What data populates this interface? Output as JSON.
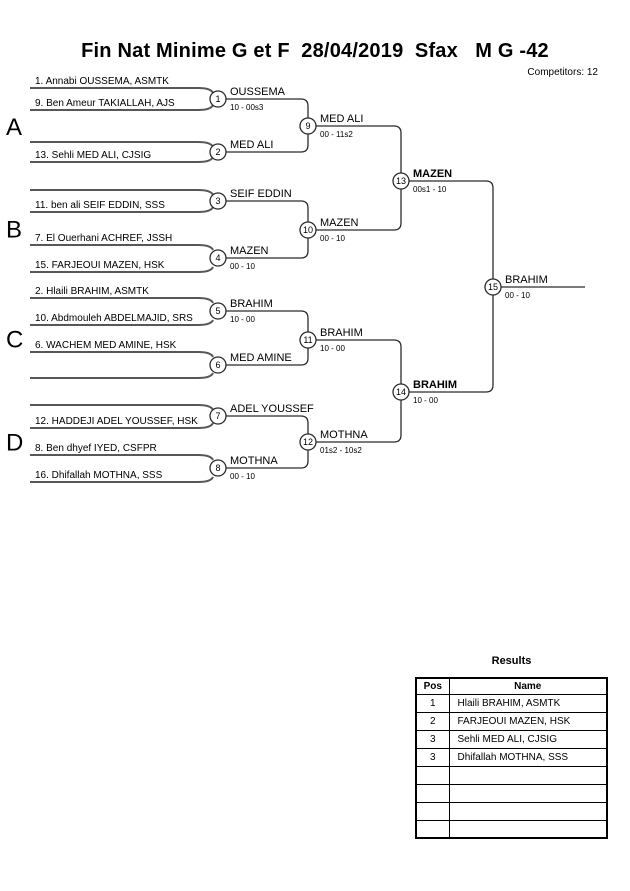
{
  "header": {
    "title": "Fin Nat Minime G et F  28/04/2019  Sfax   M G -42",
    "competitors_label": "Competitors: 12"
  },
  "bracket": {
    "groups": [
      {
        "letter": "A",
        "slots": [
          "1. Annabi OUSSEMA, ASMTK",
          "9. Ben Ameur TAKIALLAH, AJS",
          "",
          "13. Sehli MED ALI, CJSIG"
        ]
      },
      {
        "letter": "B",
        "slots": [
          "",
          "11. ben ali SEIF EDDIN, SSS",
          "7. El Ouerhani ACHREF, JSSH",
          "15. FARJEOUI MAZEN, HSK"
        ]
      },
      {
        "letter": "C",
        "slots": [
          "2. Hlaili BRAHIM, ASMTK",
          "10. Abdmouleh ABDELMAJID, SRS",
          "6. WACHEM MED AMINE, HSK",
          ""
        ]
      },
      {
        "letter": "D",
        "slots": [
          "",
          "12. HADDEJI ADEL YOUSSEF, HSK",
          "8. Ben dhyef IYED, CSFPR",
          "16. Dhifallah MOTHNA, SSS"
        ]
      }
    ],
    "matches": [
      {
        "no": "1",
        "winner": "OUSSEMA",
        "score": "10 - 00s3",
        "bold": false
      },
      {
        "no": "2",
        "winner": "MED ALI",
        "score": "",
        "bold": false
      },
      {
        "no": "3",
        "winner": "SEIF EDDIN",
        "score": "",
        "bold": false
      },
      {
        "no": "4",
        "winner": "MAZEN",
        "score": "00 - 10",
        "bold": false
      },
      {
        "no": "5",
        "winner": "BRAHIM",
        "score": "10 - 00",
        "bold": false
      },
      {
        "no": "6",
        "winner": "MED AMINE",
        "score": "",
        "bold": false
      },
      {
        "no": "7",
        "winner": "ADEL YOUSSEF",
        "score": "",
        "bold": false
      },
      {
        "no": "8",
        "winner": "MOTHNA",
        "score": "00 - 10",
        "bold": false
      },
      {
        "no": "9",
        "winner": "MED ALI",
        "score": "00 - 11s2",
        "bold": false
      },
      {
        "no": "10",
        "winner": "MAZEN",
        "score": "00 - 10",
        "bold": false
      },
      {
        "no": "11",
        "winner": "BRAHIM",
        "score": "10 - 00",
        "bold": false
      },
      {
        "no": "12",
        "winner": "MOTHNA",
        "score": "01s2 - 10s2",
        "bold": false
      },
      {
        "no": "13",
        "winner": "MAZEN",
        "score": "00s1 - 10",
        "bold": true
      },
      {
        "no": "14",
        "winner": "BRAHIM",
        "score": "10 - 00",
        "bold": true
      },
      {
        "no": "15",
        "winner": "BRAHIM",
        "score": "00 - 10",
        "bold": false
      }
    ]
  },
  "results": {
    "title": "Results",
    "headers": [
      "Pos",
      "Name"
    ],
    "rows": [
      {
        "pos": "1",
        "name": "Hlaili BRAHIM, ASMTK"
      },
      {
        "pos": "2",
        "name": "FARJEOUI MAZEN, HSK"
      },
      {
        "pos": "3",
        "name": "Sehli MED ALI, CJSIG"
      },
      {
        "pos": "3",
        "name": "Dhifallah MOTHNA, SSS"
      }
    ],
    "empty_row_count": 4
  }
}
